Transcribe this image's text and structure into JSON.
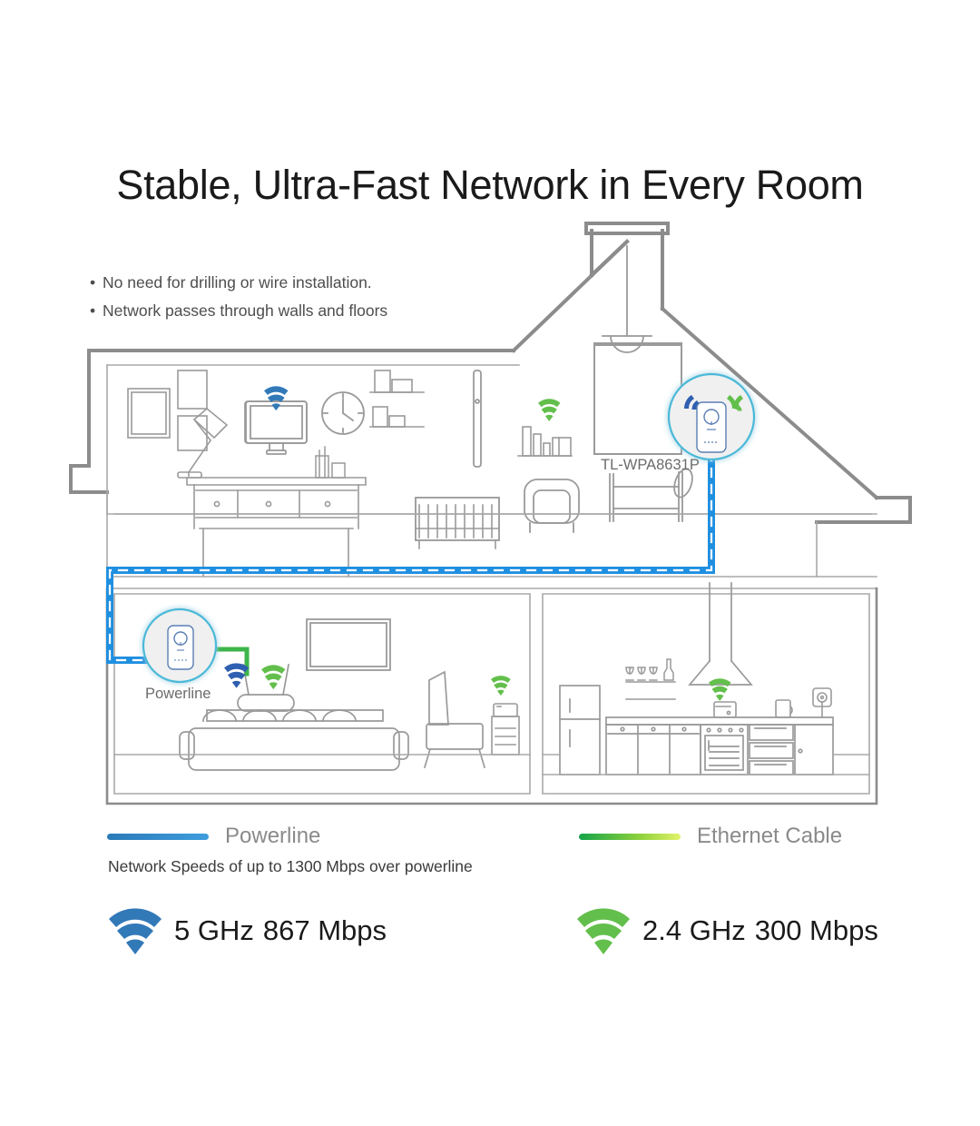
{
  "title": "Stable, Ultra-Fast Network in Every Room",
  "bullets": [
    "No need for drilling or wire installation.",
    "Network passes through walls and floors"
  ],
  "bullet_marker": "•",
  "devices": {
    "attic_adapter_label": "TL-WPA8631P",
    "basement_adapter_label": "Powerline"
  },
  "legend": {
    "powerline": {
      "label": "Powerline",
      "color_start": "#2a7ab8",
      "color_end": "#3f9ddd"
    },
    "ethernet": {
      "label": "Ethernet Cable",
      "color_start": "#14a44a",
      "color_end": "#e3f36b"
    },
    "note": "Network Speeds of up to 1300 Mbps over powerline"
  },
  "specs": [
    {
      "band": "5 GHz",
      "speed": "867 Mbps",
      "icon": "wifi-icon",
      "color": "#3279b8"
    },
    {
      "band": "2.4 GHz",
      "speed": "300 Mbps",
      "icon": "wifi-icon",
      "color": "#63bf4c"
    }
  ],
  "colors": {
    "wifi_blue": "#3279b8",
    "wifi_green": "#63bf4c",
    "powerline_cable": "#1f8fe0",
    "ethernet_cable": "#3cb54a",
    "line_art": "#8c8c8c",
    "line_art_light": "#a8a8a8",
    "house_outline": "#8c8c8c",
    "callout_ring": "#4ab9d8",
    "callout_fill": "#f0f0f0"
  },
  "scene": {
    "upper_floor": {
      "name": "attic-floor",
      "items": [
        "picture-frames",
        "desk-lamp",
        "monitor",
        "desk",
        "wall-clock",
        "wall-shelves",
        "crib",
        "armchair",
        "shelf-with-books",
        "pendant-light",
        "bed",
        "window"
      ],
      "wifi_markers": [
        "wifi-blue-over-monitor",
        "wifi-green-over-shelf"
      ]
    },
    "lower_floor_left": {
      "name": "living-room",
      "items": [
        "wifi-router",
        "wall-tv",
        "sofa",
        "lounge-chair",
        "printer"
      ],
      "wifi_markers": [
        "wifi-blue-router",
        "wifi-green-router",
        "wifi-green-printer"
      ]
    },
    "lower_floor_right": {
      "name": "kitchen",
      "items": [
        "refrigerator",
        "wine-glasses",
        "bottle",
        "range-hood",
        "coffee-machine",
        "oven",
        "kettle",
        "cabinets",
        "wall-clock-small"
      ],
      "wifi_markers": [
        "wifi-green-coffee-machine"
      ]
    }
  }
}
